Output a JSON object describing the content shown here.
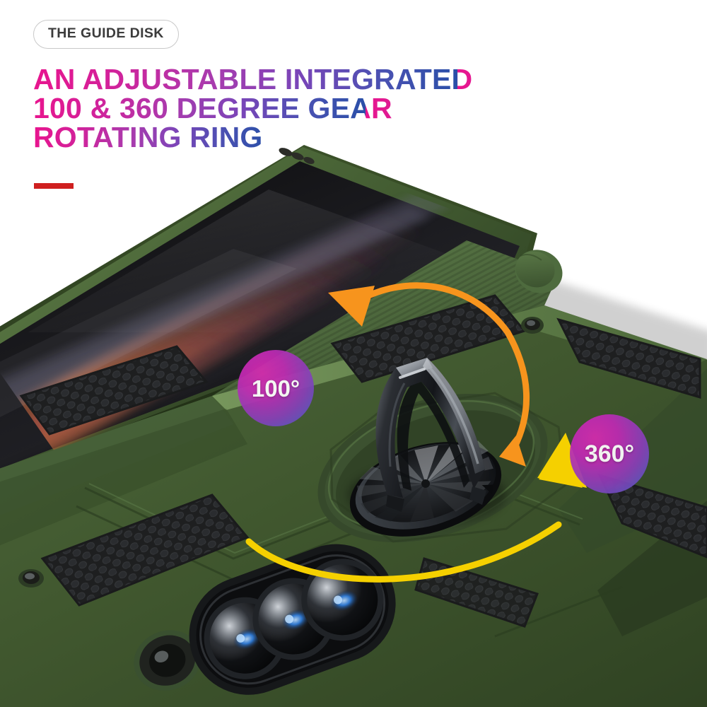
{
  "badge": {
    "label": "THE GUIDE DISK"
  },
  "headline": {
    "line1": "AN ADJUSTABLE INTEGRATED",
    "line2": "100 & 360 DEGREE GEAR",
    "line3": "ROTATING RING"
  },
  "callouts": {
    "tilt": {
      "label": "100°"
    },
    "rotate": {
      "label": "360°"
    }
  },
  "colors": {
    "accent_bar": "#cf1f1f",
    "headline_start": "#e8158e",
    "headline_end": "#2a4fa8",
    "badge_text": "#3c3c3c",
    "badge_border": "#c9c9c9",
    "case_green": "#3f5733",
    "case_green_light": "#5b7a49",
    "case_green_dark": "#2c3d23",
    "grip_black": "#2a2a2a",
    "arrow_orange": "#f7941d",
    "arrow_yellow": "#f5d000",
    "bubble_magenta": "#d62bb0",
    "bubble_blue": "#3f63c4",
    "metal_light": "#b9bcc0",
    "metal_dark": "#1b1d20",
    "screen_black": "#121212",
    "lens_flare_blue": "#2f7fe0"
  },
  "product": {
    "name": "armor-phone-case",
    "finish": "matte-green",
    "features": [
      "rotating-ring-kickstand",
      "hexagon-grip-panels",
      "triple-camera-cutout",
      "side-button-covers"
    ]
  }
}
